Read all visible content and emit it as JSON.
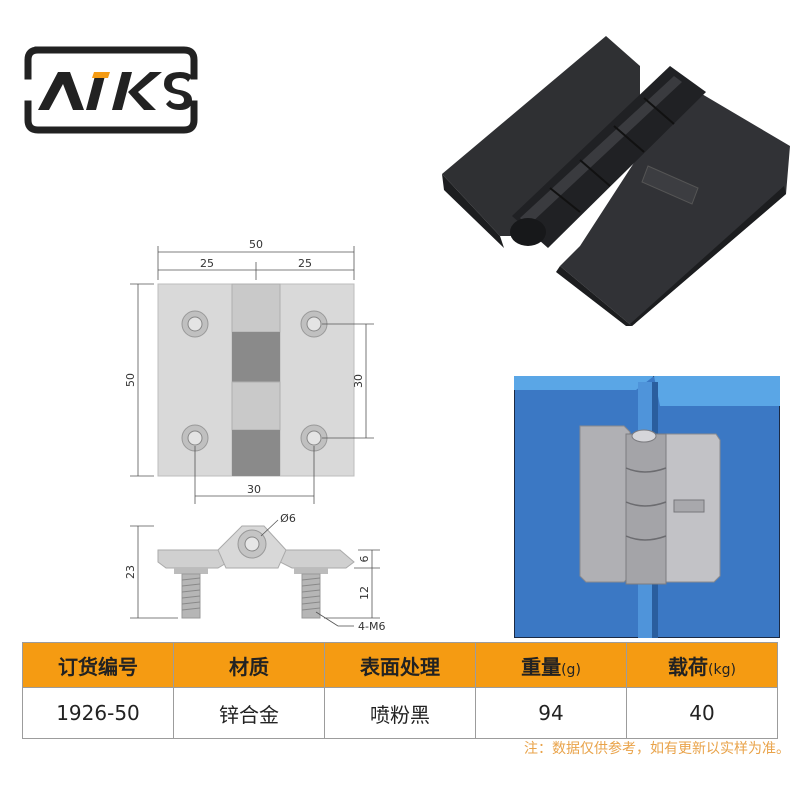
{
  "brand": {
    "logo_text": "AIKS"
  },
  "front_view": {
    "dim_overall_width": "50",
    "dim_half_left": "25",
    "dim_half_right": "25",
    "dim_overall_height": "50",
    "dim_hole_vertical": "30",
    "dim_hole_horizontal": "30"
  },
  "side_view": {
    "dim_pin_diameter": "Ø6",
    "dim_total_height": "23",
    "dim_leaf_thickness": "6",
    "dim_stud_length": "12",
    "dim_thread": "4-M6"
  },
  "spec_table": {
    "headers": [
      {
        "label": "订货编号",
        "unit": ""
      },
      {
        "label": "材质",
        "unit": ""
      },
      {
        "label": "表面处理",
        "unit": ""
      },
      {
        "label": "重量",
        "unit": "(g)"
      },
      {
        "label": "载荷",
        "unit": "(kg)"
      }
    ],
    "rows": [
      [
        "1926-50",
        "锌合金",
        "喷粉黑",
        "94",
        "40"
      ]
    ]
  },
  "note": "注：数据仅供参考，如有更新以实样为准。",
  "colors": {
    "header_orange": "#f59b12",
    "note_orange": "#e9a34a",
    "product_black": "#2a2a2c",
    "panel_blue": "#3b78c4"
  }
}
